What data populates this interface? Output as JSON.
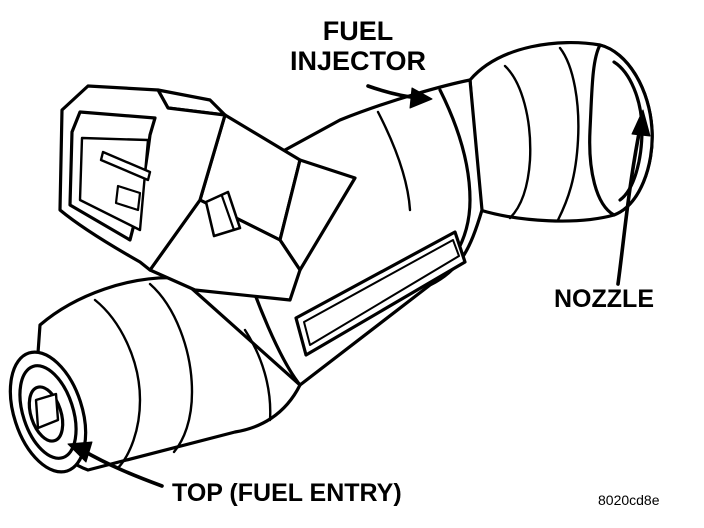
{
  "labels": {
    "fuel_injector_line1": "FUEL",
    "fuel_injector_line2": "INJECTOR",
    "nozzle": "NOZZLE",
    "top": "TOP (FUEL ENTRY)",
    "figure_code": "8020cd8e"
  },
  "colors": {
    "ink": "#000000",
    "paper": "#ffffff"
  }
}
